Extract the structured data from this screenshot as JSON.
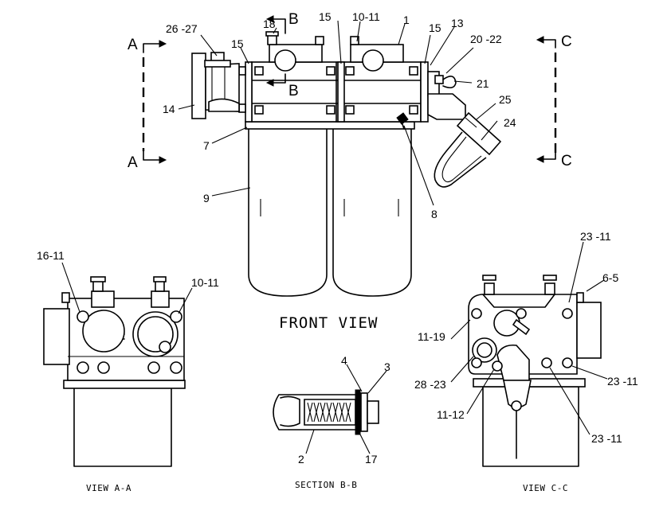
{
  "captions": {
    "front_view": "FRONT VIEW",
    "view_a": "VIEW  A-A",
    "section_b": "SECTION  B-B",
    "view_c": "VIEW  C-C"
  },
  "section_markers": {
    "a_top": "A",
    "a_bottom": "A",
    "b_top": "B",
    "b_bottom": "B",
    "c_top": "C",
    "c_bottom": "C"
  },
  "callouts": {
    "front": {
      "c26_27": "26 -27",
      "c18": "18",
      "c15_left": "15",
      "c15_mid": "15",
      "c10_11": "10-11",
      "c1": "1",
      "c15_right": "15",
      "c13": "13",
      "c20_22": "20 -22",
      "c21": "21",
      "c25": "25",
      "c24": "24",
      "c14": "14",
      "c7": "7",
      "c9": "9",
      "c8": "8"
    },
    "view_a": {
      "c16_11": "16-11",
      "c10_11": "10-11"
    },
    "section_b": {
      "c4": "4",
      "c3": "3",
      "c2": "2",
      "c17": "17"
    },
    "view_c": {
      "c23_11_top": "23 -11",
      "c6_5": "6-5",
      "c11_19": "11-19",
      "c28_23": "28 -23",
      "c23_11_right": "23 -11",
      "c11_12": "11-12",
      "c23_11_bottom": "23 -11"
    }
  }
}
